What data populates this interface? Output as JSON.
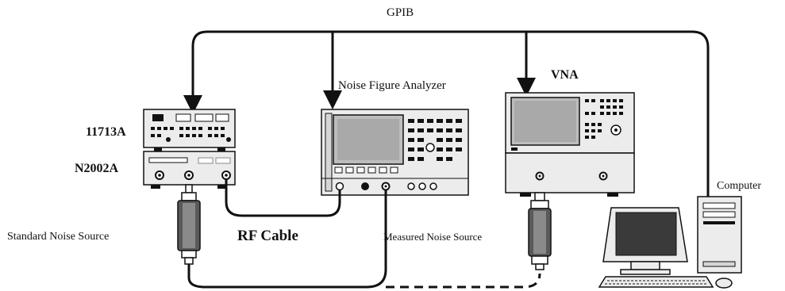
{
  "labels": {
    "gpib": "GPIB",
    "noise_figure_analyzer": "Noise Figure Analyzer",
    "vna": "VNA",
    "switch_driver": "11713A",
    "noise_source_model": "N2002A",
    "standard_noise_source": "Standard Noise Source",
    "rf_cable": "RF Cable",
    "measured_noise_source": "Measured Noise Source",
    "computer": "Computer"
  },
  "colors": {
    "line": "#111111",
    "panel_fill": "#ececec",
    "screen_fill": "#bdbdbd",
    "dark": "#2b2b2b"
  }
}
